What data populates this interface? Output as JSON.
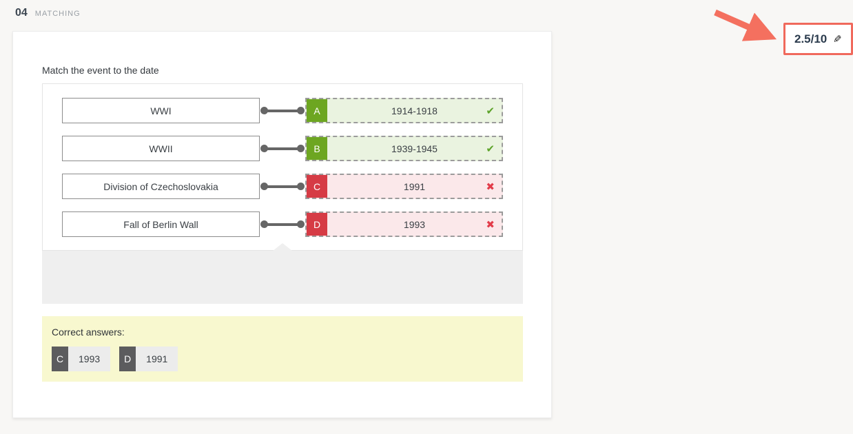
{
  "header": {
    "number": "04",
    "type_label": "MATCHING"
  },
  "score": {
    "value": "2.5/10"
  },
  "icons": {
    "check": "✔",
    "cross": "✖",
    "pencil": "✎"
  },
  "question": {
    "prompt": "Match the event to the date",
    "pairs": [
      {
        "event": "WWI",
        "letter": "A",
        "answer": "1914-1918",
        "correct": true
      },
      {
        "event": "WWII",
        "letter": "B",
        "answer": "1939-1945",
        "correct": true
      },
      {
        "event": "Division of Czechoslovakia",
        "letter": "C",
        "answer": "1991",
        "correct": false
      },
      {
        "event": "Fall of Berlin Wall",
        "letter": "D",
        "answer": "1993",
        "correct": false
      }
    ],
    "correct_answers": {
      "label": "Correct answers:",
      "items": [
        {
          "letter": "C",
          "value": "1993"
        },
        {
          "letter": "D",
          "value": "1991"
        }
      ]
    }
  },
  "colors": {
    "page_bg": "#f8f7f5",
    "correct_accent": "#6da621",
    "correct_bg": "#eaf3e0",
    "incorrect_accent": "#d63b45",
    "incorrect_bg": "#fbe8ea",
    "badge_border": "#f0695c",
    "annotation_arrow": "#f4705f",
    "correct_answers_bg": "#f8f8cf",
    "tray_bg": "#efefef"
  }
}
